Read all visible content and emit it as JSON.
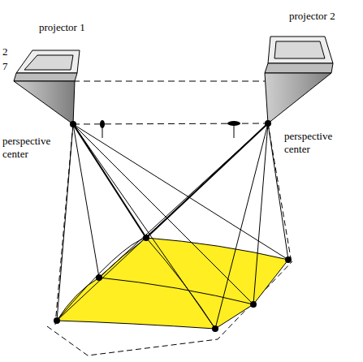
{
  "diagram": {
    "labels": [
      "projector 1",
      "projector 2",
      "2",
      "7",
      "perspective center",
      "perspective center"
    ]
  }
}
